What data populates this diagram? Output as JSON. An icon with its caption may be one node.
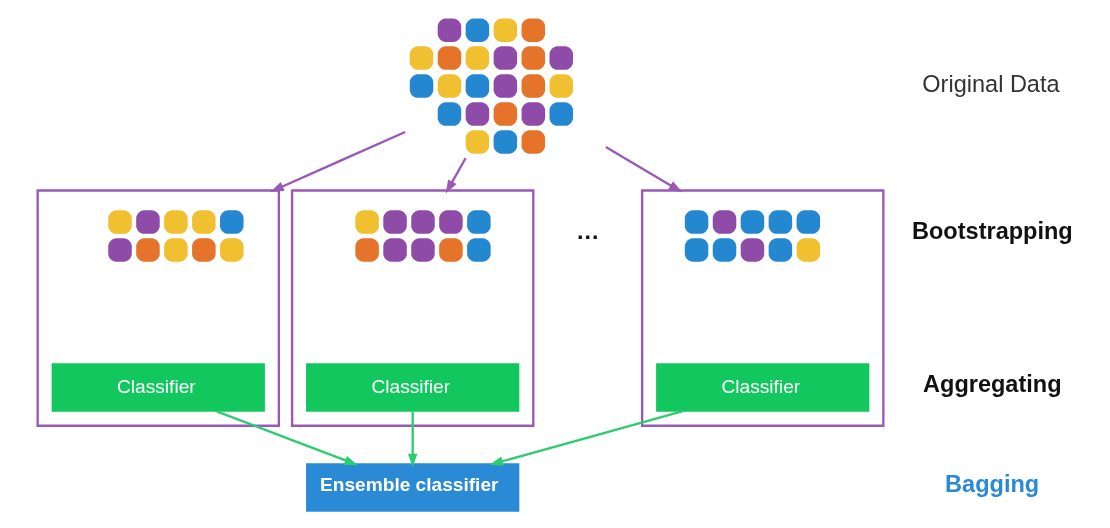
{
  "diagram": {
    "nodes": [
      {
        "text": [],
        "shape": "picture"
      },
      {
        "text": [],
        "shape": "box"
      },
      {
        "text": [],
        "shape": "picture",
        "in": 1
      },
      {
        "text": [
          "Classifier"
        ],
        "in": 1
      },
      {
        "text": [],
        "shape": "box"
      },
      {
        "text": [],
        "shape": "picture",
        "in": 4
      },
      {
        "text": [
          "Classifier"
        ],
        "in": 4
      },
      {
        "text": [],
        "shape": "box"
      },
      {
        "text": [],
        "shape": "picture",
        "in": 7
      },
      {
        "text": [
          "Classifier"
        ],
        "in": 7
      },
      {
        "text": [
          "Ensemble classifier"
        ]
      }
    ],
    "edges": [
      {
        "from": 0,
        "to": 1,
        "arrow": "to",
        "color": "#9b59b6"
      },
      {
        "from": 0,
        "to": 4,
        "arrow": "to",
        "color": "#9b59b6"
      },
      {
        "from": 0,
        "to": 7,
        "arrow": "to",
        "color": "#9b59b6"
      },
      {
        "from": 3,
        "to": 10,
        "arrow": "to",
        "color": "#2ecc71"
      },
      {
        "from": 6,
        "to": 10,
        "arrow": "to",
        "color": "#2ecc71"
      },
      {
        "from": 9,
        "to": 10,
        "arrow": "to",
        "color": "#2ecc71"
      }
    ],
    "labels": [
      "Original Data",
      "Bootstrapping",
      "…",
      "Aggregating",
      "Bagging"
    ]
  }
}
